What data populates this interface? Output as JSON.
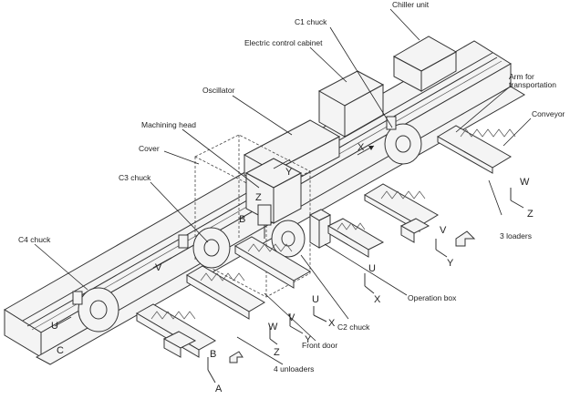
{
  "labels": {
    "chiller_unit": "Chiller unit",
    "c1_chuck": "C1 chuck",
    "electric_cabinet": "Electric control cabinet",
    "oscillator": "Oscillator",
    "arm": "Arm for transportation",
    "conveyor": "Conveyor",
    "machining_head": "Machining head",
    "cover": "Cover",
    "c3_chuck": "C3 chuck",
    "c4_chuck": "C4 chuck",
    "loaders": "3 loaders",
    "operation_box": "Operation box",
    "c2_chuck": "C2 chuck",
    "front_door": "Front door",
    "unloaders": "4 unloaders"
  },
  "axes": {
    "x": "X",
    "y": "Y",
    "z": "Z",
    "u": "U",
    "v": "V",
    "w": "W",
    "a": "A",
    "b": "B",
    "c": "C"
  }
}
